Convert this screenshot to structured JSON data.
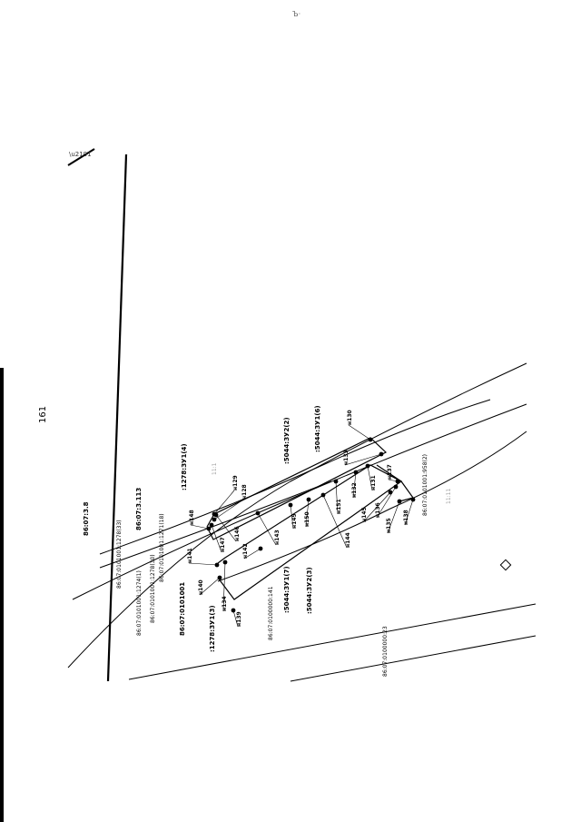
{
  "page_number": "161",
  "header_scribble": "Ъ·",
  "districts": {
    "d1": "86:07:3.8",
    "d2": "86:07:3.113",
    "d3": "86:07:0101001"
  },
  "parcels": {
    "p1": "86:07:0101001:1278(33)",
    "p2": "86:07:0101001:1274(1)",
    "p3": "86:07:0101001:1278(30)",
    "p4": "86:07:0101001:1271(18)",
    "p5": "86:07:0100000:141",
    "p6": "86:07:0101001:958(2)",
    "p7": "86:07:0100000:23"
  },
  "zones": {
    "z1": ":1278:ЗУ1(4)",
    "z2": ":1278:ЗУ1(3)",
    "z3": ":5044:ЗУ1(7)",
    "z4": ":5044:ЗУ2(3)",
    "z5": ":5044:ЗУ2(2)",
    "z6": ":5044:ЗУ1(6)"
  },
  "faint": {
    "f1": "11:1",
    "f2": "11:11"
  },
  "points": [
    "н130",
    "н133",
    "н131",
    "н132",
    "н137",
    "н136",
    "н145",
    "н135",
    "н138",
    "н151",
    "н144",
    "н150",
    "н149",
    "н143",
    "н142",
    "н146",
    "н147",
    "н148",
    "н129",
    "н128",
    "н141",
    "н140",
    "н134",
    "н139"
  ]
}
